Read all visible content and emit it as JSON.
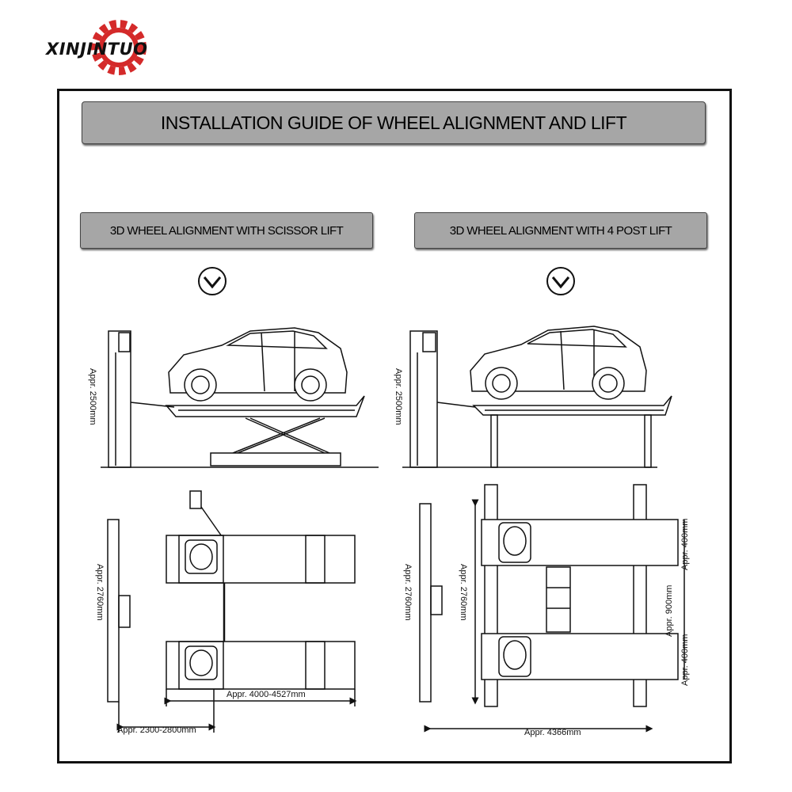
{
  "brand": {
    "name": "XINJINTUO",
    "gear_color": "#d42a2a"
  },
  "title": "INSTALLATION GUIDE OF WHEEL ALIGNMENT AND LIFT",
  "panels": {
    "left": {
      "label": "3D WHEEL ALIGNMENT WITH SCISSOR LIFT",
      "height": "Appr. 2500mm",
      "width_side": "Appr. 2760mm",
      "length": "Appr. 4000-4527mm",
      "distance": "Appr. 2300-2800mm"
    },
    "right": {
      "label": "3D WHEEL ALIGNMENT WITH 4 POST LIFT",
      "height": "Appr. 2500mm",
      "width_outer": "Appr. 2760mm",
      "width_inner": "Appr. 2760mm",
      "runway_top": "Appr. 400mm",
      "gap": "Appr. 900mm",
      "runway_bottom": "Appr. 400mm",
      "length": "Appr. 4366mm"
    }
  },
  "icons": {
    "down": "chevron-down-circle-icon"
  },
  "colors": {
    "banner": "#a6a6a6",
    "line": "#111111"
  }
}
